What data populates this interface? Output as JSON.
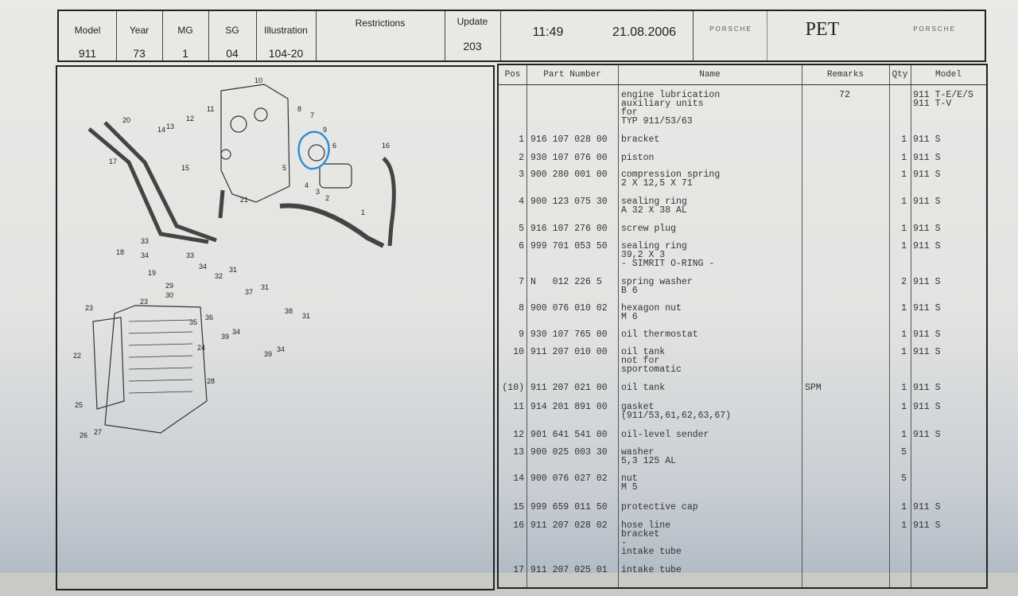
{
  "header": {
    "model": {
      "label": "Model",
      "value": "911"
    },
    "year": {
      "label": "Year",
      "value": "73"
    },
    "mg": {
      "label": "MG",
      "value": "1"
    },
    "sg": {
      "label": "SG",
      "value": "04"
    },
    "illustration": {
      "label": "Illustration",
      "value": "104-20"
    },
    "restrictions": {
      "label": "Restrictions",
      "value": ""
    },
    "update": {
      "label": "Update",
      "value": "203"
    },
    "time": "11:49",
    "date": "21.08.2006",
    "logo_left": "PORSCHE",
    "app": "PET",
    "logo_right": "PORSCHE"
  },
  "diagram": {
    "callouts": [
      "10",
      "11",
      "12",
      "13",
      "14",
      "20",
      "17",
      "8",
      "7",
      "9",
      "6",
      "5",
      "4",
      "3",
      "2",
      "1",
      "16",
      "15",
      "21",
      "33",
      "34",
      "33",
      "18",
      "19",
      "29",
      "34",
      "31",
      "32",
      "30",
      "37",
      "31",
      "23",
      "23",
      "35",
      "36",
      "39",
      "34",
      "38",
      "31",
      "39",
      "34",
      "22",
      "24",
      "28",
      "25",
      "26",
      "27"
    ],
    "highlight_color": "#2f8fd8"
  },
  "table": {
    "headers": {
      "pos": "Pos",
      "part": "Part Number",
      "name": "Name",
      "remarks": "Remarks",
      "qty": "Qty",
      "model": "Model"
    },
    "rows": [
      {
        "pos": "",
        "part": "",
        "name": "engine lubrication\nauxiliary units\nfor\nTYP 911/53/63",
        "remarks": "72",
        "qty": "",
        "model": "911 T-E/E/S\n911 T-V"
      },
      {
        "pos": "1",
        "part": "916 107 028 00",
        "name": "bracket",
        "remarks": "",
        "qty": "1",
        "model": "911 S"
      },
      {
        "pos": "2",
        "part": "930 107 076 00",
        "name": "piston",
        "remarks": "",
        "qty": "1",
        "model": "911 S"
      },
      {
        "pos": "3",
        "part": "900 280 001 00",
        "name": "compression spring\n2 X 12,5 X 71",
        "remarks": "",
        "qty": "1",
        "model": "911 S"
      },
      {
        "pos": "4",
        "part": "900 123 075 30",
        "name": "sealing ring\nA 32 X 38 AL",
        "remarks": "",
        "qty": "1",
        "model": "911 S"
      },
      {
        "pos": "5",
        "part": "916 107 276 00",
        "name": "screw plug",
        "remarks": "",
        "qty": "1",
        "model": "911 S"
      },
      {
        "pos": "6",
        "part": "999 701 053 50",
        "name": "sealing ring\n39,2 X 3\n- SIMRIT O-RING -",
        "remarks": "",
        "qty": "1",
        "model": "911 S"
      },
      {
        "pos": "7",
        "part": "N   012 226 5",
        "name": "spring washer\nB 6",
        "remarks": "",
        "qty": "2",
        "model": "911 S"
      },
      {
        "pos": "8",
        "part": "900 076 010 02",
        "name": "hexagon nut\nM 6",
        "remarks": "",
        "qty": "1",
        "model": "911 S"
      },
      {
        "pos": "9",
        "part": "930 107 765 00",
        "name": "oil thermostat",
        "remarks": "",
        "qty": "1",
        "model": "911 S"
      },
      {
        "pos": "10",
        "part": "911 207 010 00",
        "name": "oil tank\nnot for\nsportomatic",
        "remarks": "",
        "qty": "1",
        "model": "911 S"
      },
      {
        "pos": "(10)",
        "part": "911 207 021 00",
        "name": "oil tank",
        "remarks": "SPM",
        "qty": "1",
        "model": "911 S"
      },
      {
        "pos": "11",
        "part": "914 201 891 00",
        "name": "gasket\n(911/53,61,62,63,67)",
        "remarks": "",
        "qty": "1",
        "model": "911 S"
      },
      {
        "pos": "12",
        "part": "901 641 541 00",
        "name": "oil-level sender",
        "remarks": "",
        "qty": "1",
        "model": "911 S"
      },
      {
        "pos": "13",
        "part": "900 025 003 30",
        "name": "washer\n5,3 125 AL",
        "remarks": "",
        "qty": "5",
        "model": ""
      },
      {
        "pos": "14",
        "part": "900 076 027 02",
        "name": "nut\nM 5",
        "remarks": "",
        "qty": "5",
        "model": ""
      },
      {
        "pos": "15",
        "part": "999 659 011 50",
        "name": "protective cap",
        "remarks": "",
        "qty": "1",
        "model": "911 S"
      },
      {
        "pos": "16",
        "part": "911 207 028 02",
        "name": "hose line\nbracket\n-\nintake tube",
        "remarks": "",
        "qty": "1",
        "model": "911 S"
      },
      {
        "pos": "17",
        "part": "911 207 025 01",
        "name": "intake tube",
        "remarks": "",
        "qty": "",
        "model": ""
      }
    ]
  }
}
